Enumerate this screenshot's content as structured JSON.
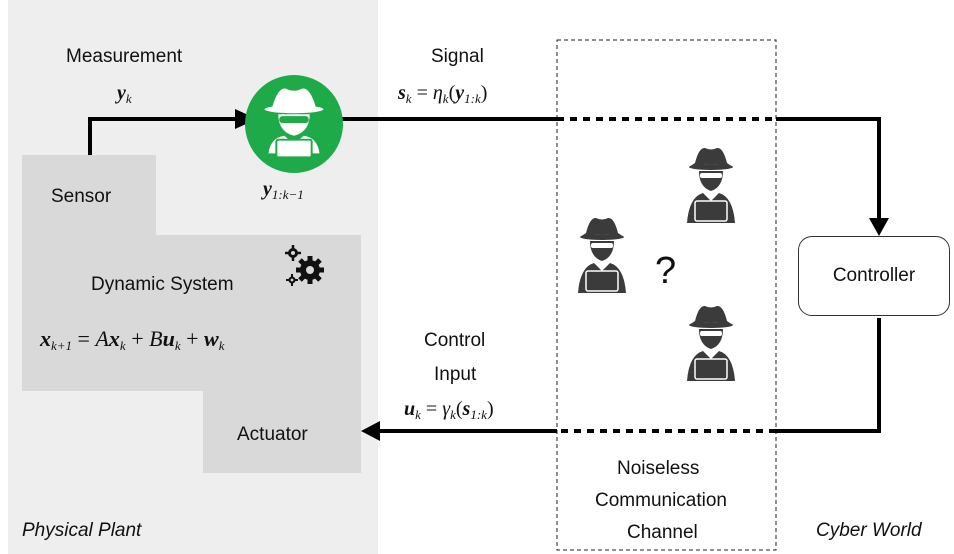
{
  "physical_plant": {
    "label": "Physical Plant",
    "measurement_label": "Measurement",
    "measurement_var": "y",
    "measurement_sub": "k",
    "history_var": "y",
    "history_sub": "1:k−1",
    "sensor_label": "Sensor",
    "system_label": "Dynamic System",
    "actuator_label": "Actuator",
    "state_eq": {
      "lhs": "x",
      "lhs_sub": "k+1",
      "op": " = ",
      "A": "A",
      "x": "x",
      "x_sub": "k",
      "plus1": " + ",
      "B": "B",
      "u": "u",
      "u_sub": "k",
      "plus2": " + ",
      "w": "w",
      "w_sub": "k"
    }
  },
  "channel": {
    "title_line1": "Noiseless",
    "title_line2": "Communication",
    "title_line3": "Channel",
    "question_mark": "?"
  },
  "cyber_world": {
    "label": "Cyber World",
    "controller_label": "Controller",
    "signal_label": "Signal",
    "signal_eq": {
      "lhs": "s",
      "lhs_sub": "k",
      "op": " = ",
      "fn": "η",
      "fn_sub": "k",
      "arg": "y",
      "arg_sub": "1:k"
    },
    "control_label_line1": "Control",
    "control_label_line2": "Input",
    "control_eq": {
      "lhs": "u",
      "lhs_sub": "k",
      "op": " = ",
      "fn": "γ",
      "fn_sub": "k",
      "arg": "s",
      "arg_sub": "1:k"
    }
  },
  "icons": {
    "sensor_spy": "green-spy-icon",
    "gears": "gears-icon",
    "channel_spies": [
      "spy-icon",
      "spy-icon",
      "spy-icon"
    ]
  },
  "colors": {
    "plant_background": "#eeeeee",
    "block_fill": "#d9d9d9",
    "spy_green": "#1faa4a",
    "spy_dark": "#3b3b3b",
    "line": "#000000"
  }
}
